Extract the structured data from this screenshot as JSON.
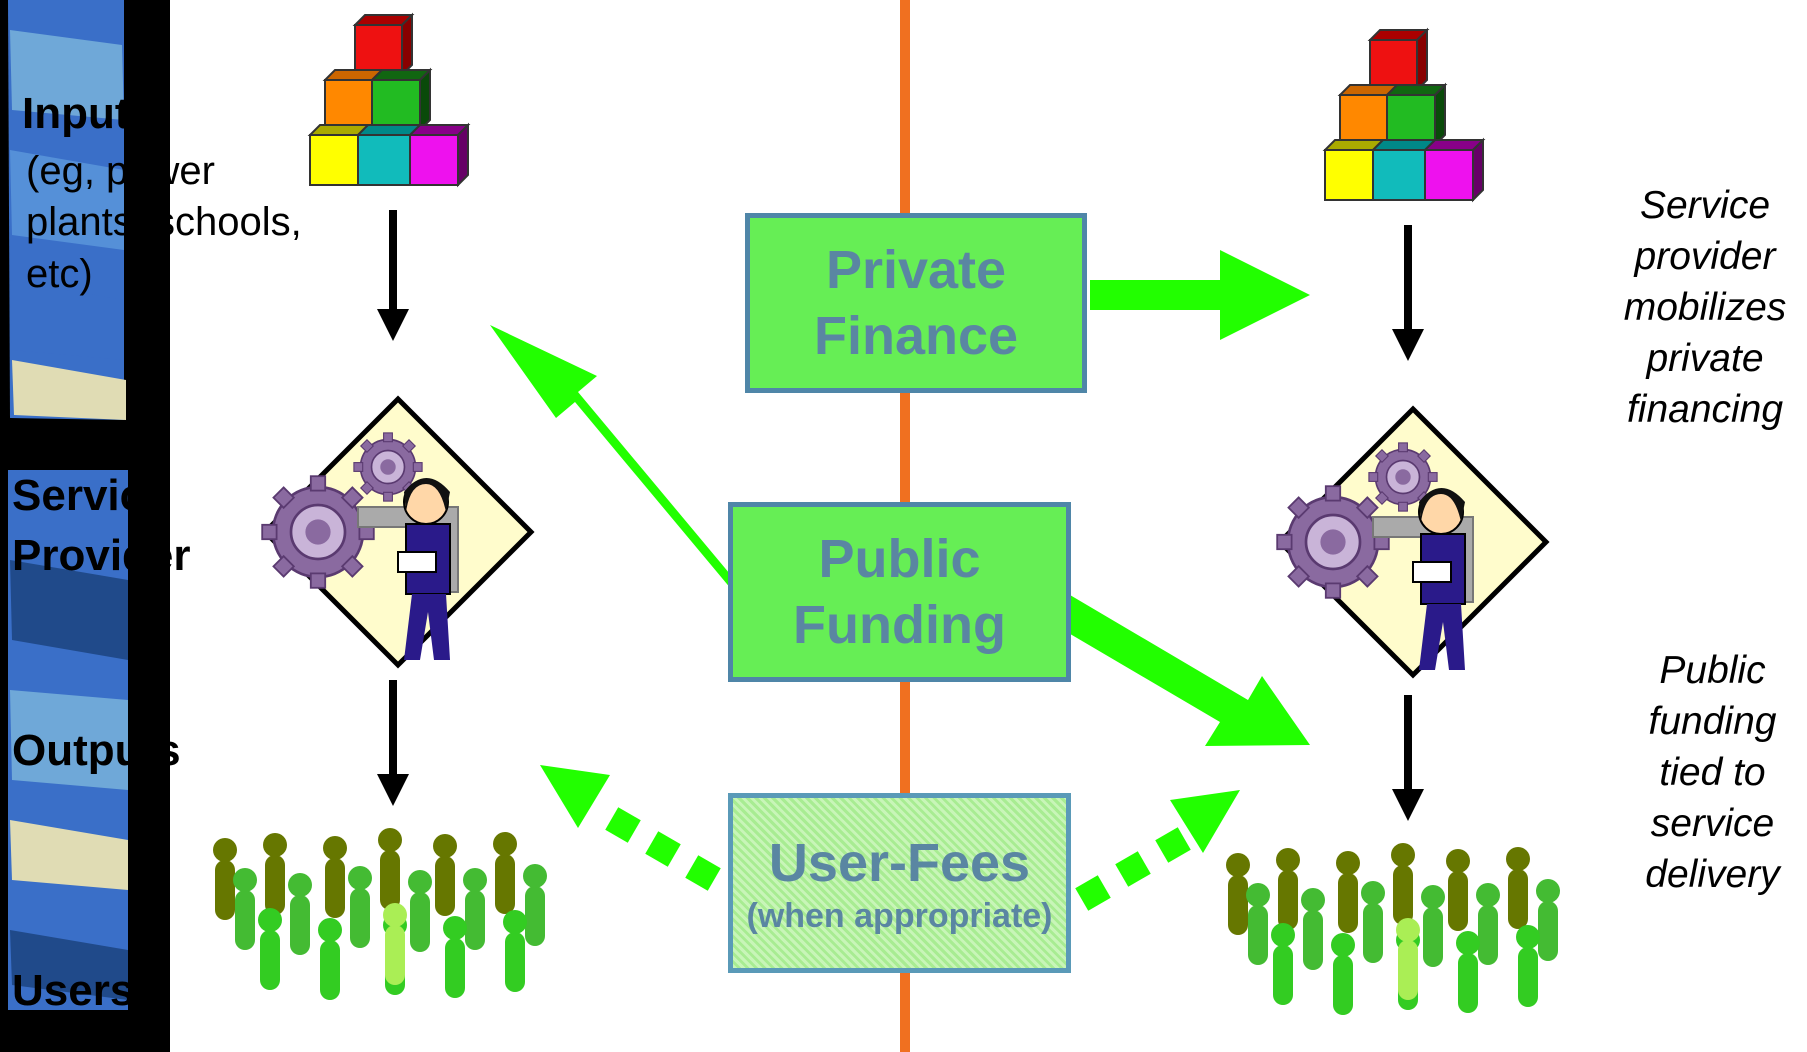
{
  "left_labels": {
    "inputs_title": "Inputs",
    "inputs_line1": "(eg, power",
    "inputs_line2": "plants, schools,",
    "inputs_line3": "etc)",
    "service_provider_line1": "Service",
    "service_provider_line2": "Provider",
    "outputs": "Outputs",
    "users": "Users"
  },
  "boxes": {
    "private_finance_line1": "Private",
    "private_finance_line2": "Finance",
    "public_funding_line1": "Public",
    "public_funding_line2": "Funding",
    "user_fees_line1": "User-Fees",
    "user_fees_line2": "(when appropriate)"
  },
  "right_notes": {
    "note1_lines": [
      "Service",
      "provider",
      "mobilizes",
      "private",
      "financing"
    ],
    "note2_lines": [
      "Public",
      "funding",
      "tied to",
      "service",
      "delivery"
    ]
  },
  "colors": {
    "arrow_green": "#22ff00",
    "divider_orange": "#f07020",
    "box_fill": "#66ee55",
    "box_border": "#4f86a8",
    "box_text": "#5a86a2"
  },
  "icons": [
    "blocks-icon",
    "service-provider-icon",
    "crowd-icon"
  ]
}
